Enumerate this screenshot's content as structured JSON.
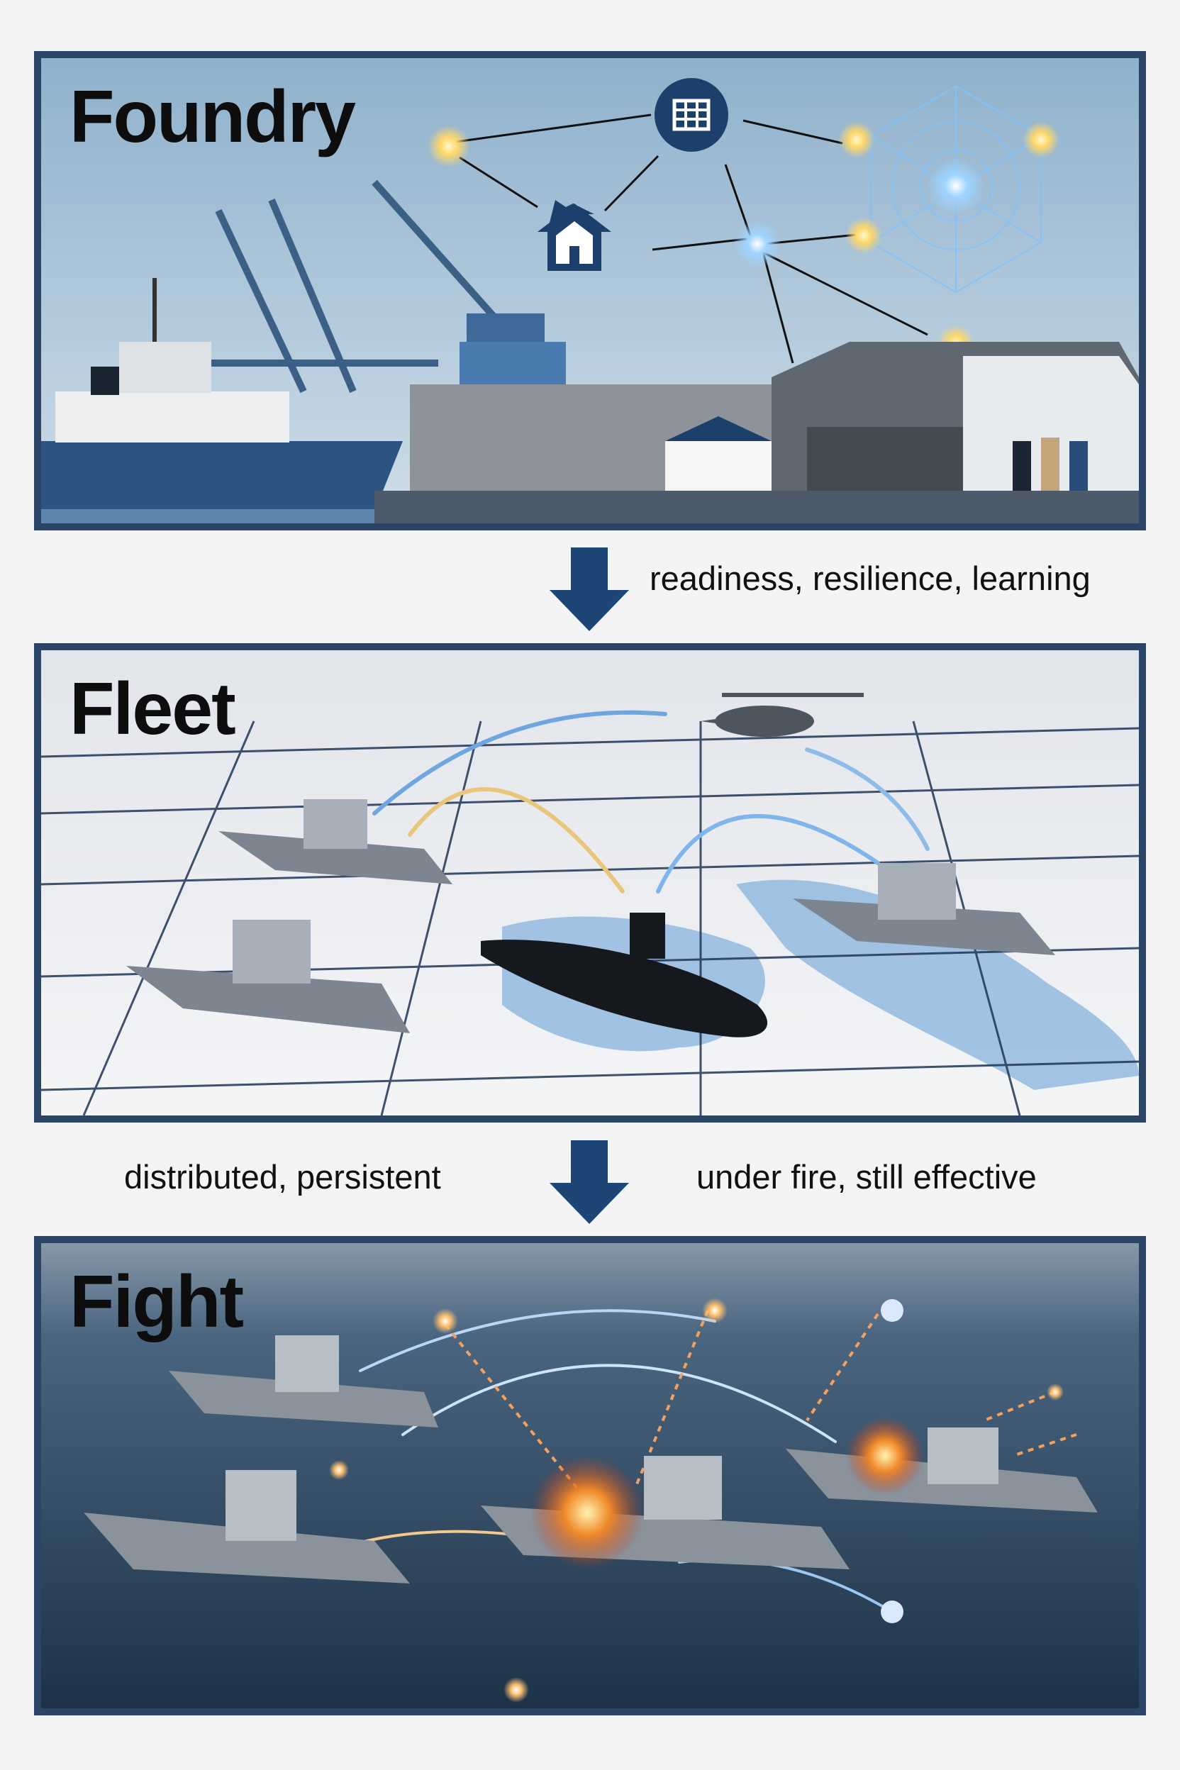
{
  "panels": [
    {
      "title": "Foundry",
      "scene": "shipyard-with-digital-network"
    },
    {
      "title": "Fleet",
      "scene": "networked-ships-on-map-grid"
    },
    {
      "title": "Fight",
      "scene": "ships-in-combat-at-sea"
    }
  ],
  "transitions": [
    {
      "captions": [
        "readiness, resilience, learning"
      ]
    },
    {
      "captions": [
        "distributed, persistent",
        "under fire, still effective"
      ]
    }
  ],
  "colors": {
    "border": "#2c4566",
    "arrow": "#1d4677",
    "background": "#f3f4f5"
  },
  "icons": [
    "down-arrow-icon",
    "building-icon",
    "house-icon",
    "network-node-icon"
  ]
}
